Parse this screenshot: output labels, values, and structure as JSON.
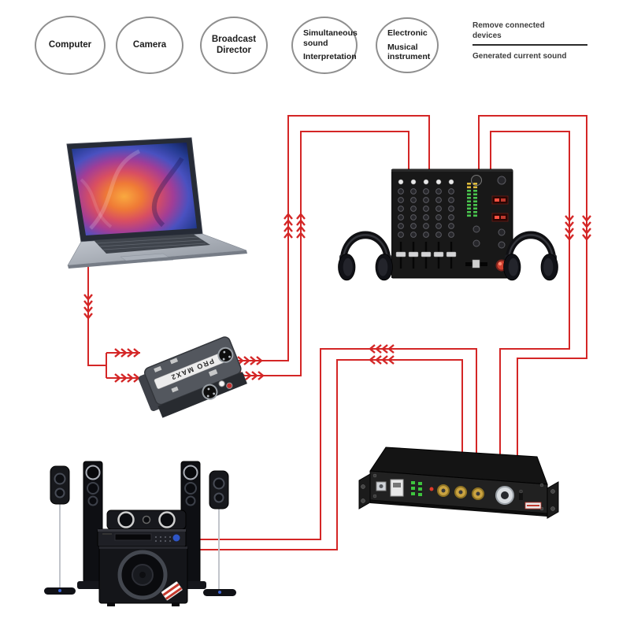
{
  "bubbles": [
    {
      "primary": "Computer",
      "secondary": ""
    },
    {
      "primary": "Camera",
      "secondary": ""
    },
    {
      "primary": "Broadcast Director",
      "secondary": ""
    },
    {
      "primary": "Simultaneous sound",
      "secondary": "Interpretation"
    },
    {
      "primary": "Electronic",
      "secondary": "Musical instrument"
    }
  ],
  "legend": {
    "line1": "Remove connected devices",
    "line2": "Generated current sound"
  },
  "di_box_label": "PRO MAX2",
  "devices": {
    "laptop": "laptop",
    "mixer": "dj-mixer",
    "headphones_left": "headphones",
    "headphones_right": "headphones",
    "di_box": "di-box",
    "converter": "audio-converter-box",
    "home_theater": "home-theater-speaker-system"
  },
  "colors": {
    "wire": "#d42626",
    "oval_border": "#8f8f8f",
    "divider": "#2b2b2b",
    "text": "#1c1c1c"
  }
}
